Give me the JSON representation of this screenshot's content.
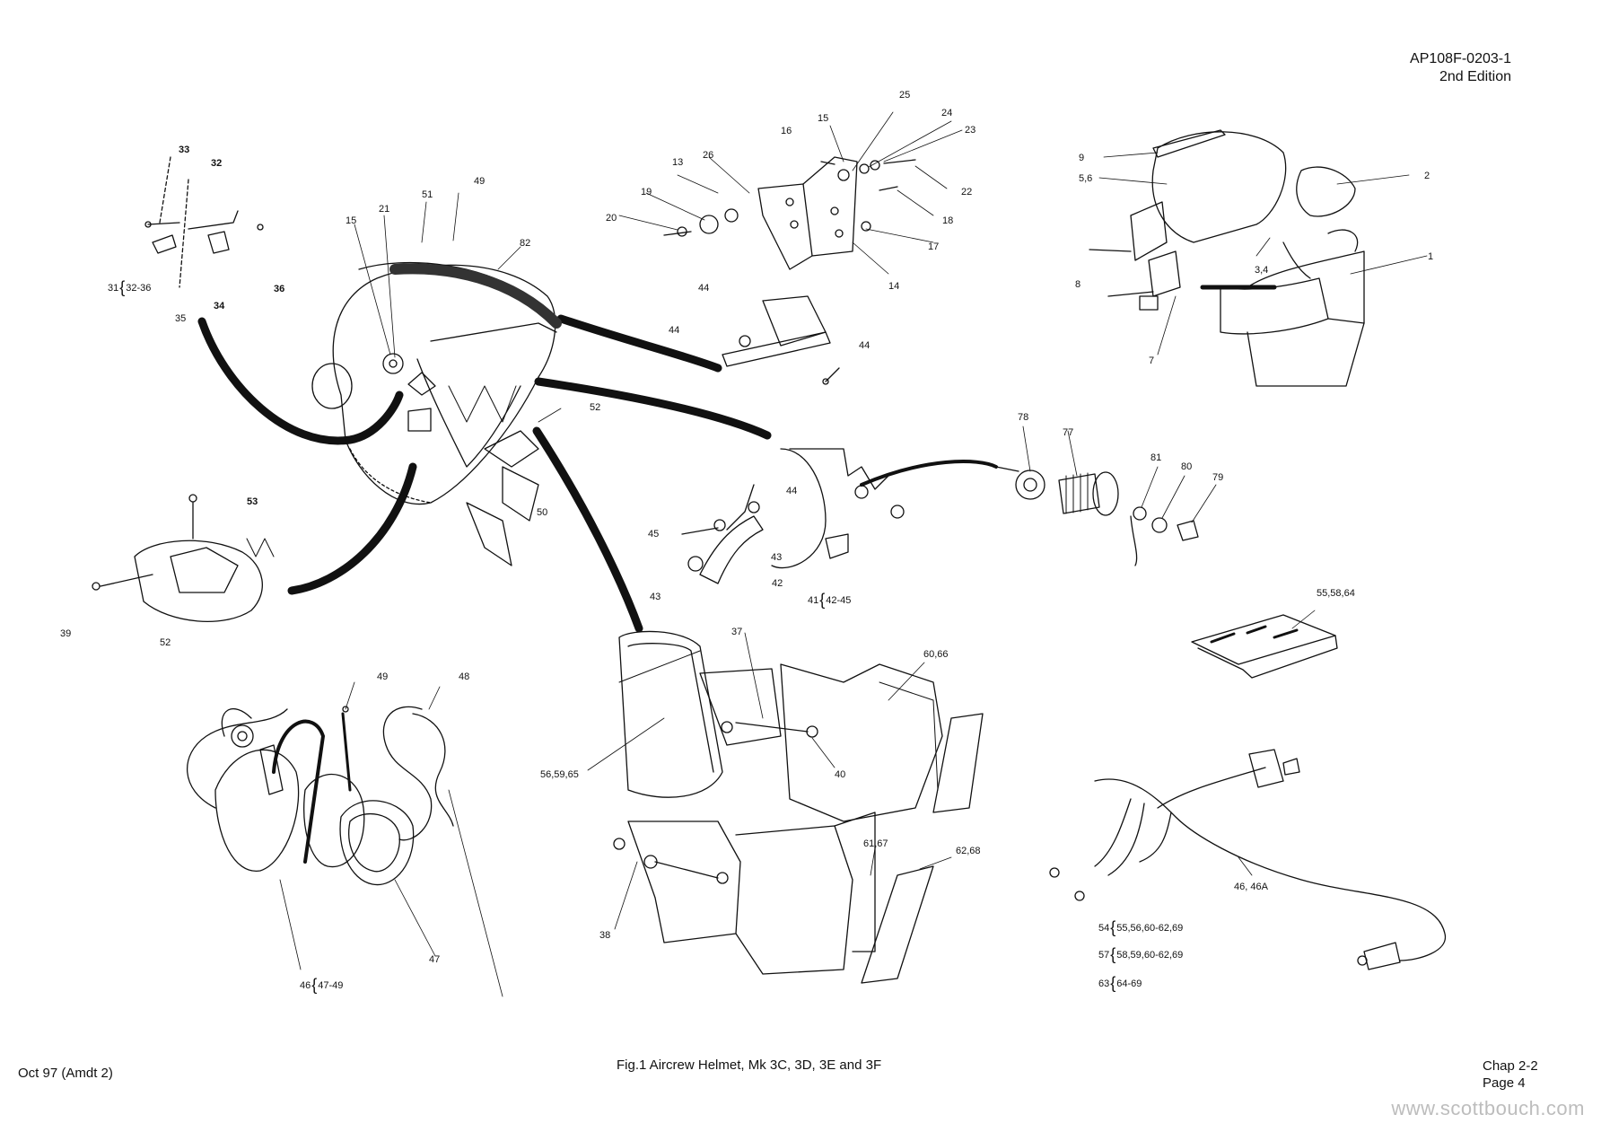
{
  "header": {
    "doc_ref": "AP108F-0203-1",
    "edition": "2nd Edition"
  },
  "footer": {
    "date": "Oct 97 (Amdt 2)",
    "caption": "Fig.1  Aircrew Helmet, Mk 3C, 3D, 3E and 3F",
    "chapter": "Chap 2-2",
    "page": "Page 4"
  },
  "watermark": "www.scottbouch.com",
  "callouts": {
    "c33": "33",
    "c32": "32",
    "c35": "35",
    "c34": "34",
    "c36": "36",
    "c15a": "15",
    "c21": "21",
    "c51": "51",
    "c49a": "49",
    "c82": "82",
    "c52a": "52",
    "c50": "50",
    "c53": "53",
    "c39": "39",
    "c52b": "52",
    "c25": "25",
    "c15b": "15",
    "c24": "24",
    "c16": "16",
    "c23": "23",
    "c26": "26",
    "c13": "13",
    "c19": "19",
    "c22": "22",
    "c20": "20",
    "c18": "18",
    "c17": "17",
    "c14": "14",
    "c44a": "44",
    "c44b": "44",
    "c44c": "44",
    "c44d": "44",
    "c45": "45",
    "c43a": "43",
    "c43b": "43",
    "c42": "42",
    "c9": "9",
    "c56": "5,6",
    "c2": "2",
    "c34b": "3,4",
    "c8": "8",
    "c1": "1",
    "c7": "7",
    "c78": "78",
    "c77": "77",
    "c81": "81",
    "c80": "80",
    "c79": "79",
    "c37": "37",
    "c6066": "60,66",
    "c565965": "56,59,65",
    "c40": "40",
    "c6167": "61,67",
    "c6268": "62,68",
    "c38": "38",
    "c49b": "49",
    "c48": "48",
    "c47": "47",
    "c555864": "55,58,64",
    "c4646a": "46, 46A"
  },
  "groups": {
    "g31": {
      "num": "31",
      "items": "32-36"
    },
    "g41": {
      "num": "41",
      "items": "42-45"
    },
    "g46": {
      "num": "46",
      "items": "47-49"
    },
    "g54": {
      "num": "54",
      "items": "55,56,60-62,69"
    },
    "g57": {
      "num": "57",
      "items": "58,59,60-62,69"
    },
    "g63": {
      "num": "63",
      "items": "64-69"
    }
  }
}
